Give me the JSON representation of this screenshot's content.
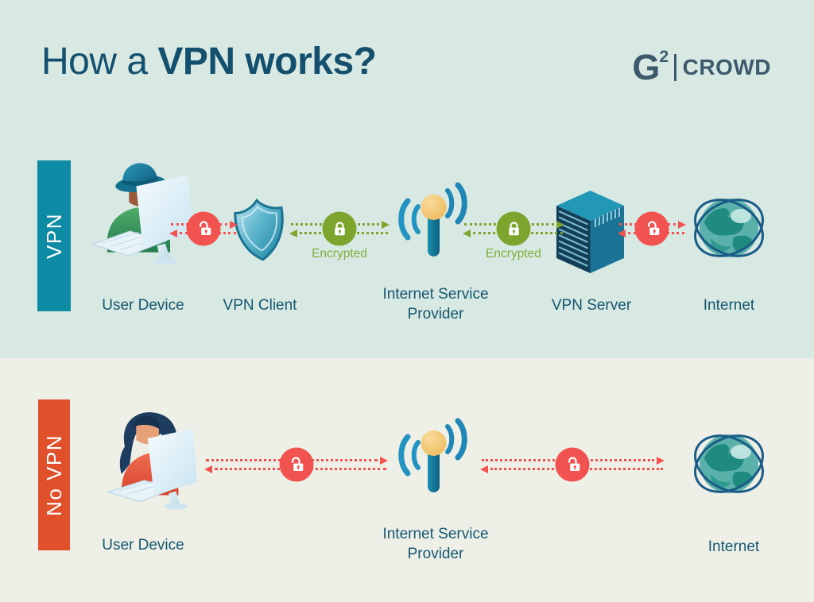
{
  "title": {
    "regular": "How a ",
    "bold": "VPN works?"
  },
  "logo": {
    "g": "G",
    "sup": "2",
    "crowd": "CROWD"
  },
  "colors": {
    "top_bg": "#d8e9e4",
    "bottom_bg": "#eef0e8",
    "heading": "#14506e",
    "label": "#15566f",
    "vpn_band": "#0e8ba4",
    "no_vpn_band": "#e0502b",
    "encrypted_green": "#7da52e",
    "unencrypted_red": "#f15351",
    "encrypted_text": "#7fae3a",
    "logo_color": "#3d5a6c"
  },
  "icons": {
    "vpn_user": "hacker-at-computer-icon",
    "vpn_client": "shield-icon",
    "isp": "antenna-icon",
    "vpn_server": "server-icon",
    "internet": "globe-icon",
    "no_vpn_user": "woman-at-computer-icon",
    "secure": "locked-padlock-icon",
    "insecure": "unlocked-padlock-icon"
  },
  "vpn_row": {
    "band_label": "VPN",
    "user_device_label": "User Device",
    "vpn_client_label": "VPN Client",
    "isp_label": "Internet Service Provider",
    "vpn_server_label": "VPN Server",
    "internet_label": "Internet",
    "encrypted_label_1": "Encrypted",
    "encrypted_label_2": "Encrypted"
  },
  "no_vpn_row": {
    "band_label": "No VPN",
    "user_device_label": "User Device",
    "isp_label": "Internet Service Provider",
    "internet_label": "Internet"
  }
}
